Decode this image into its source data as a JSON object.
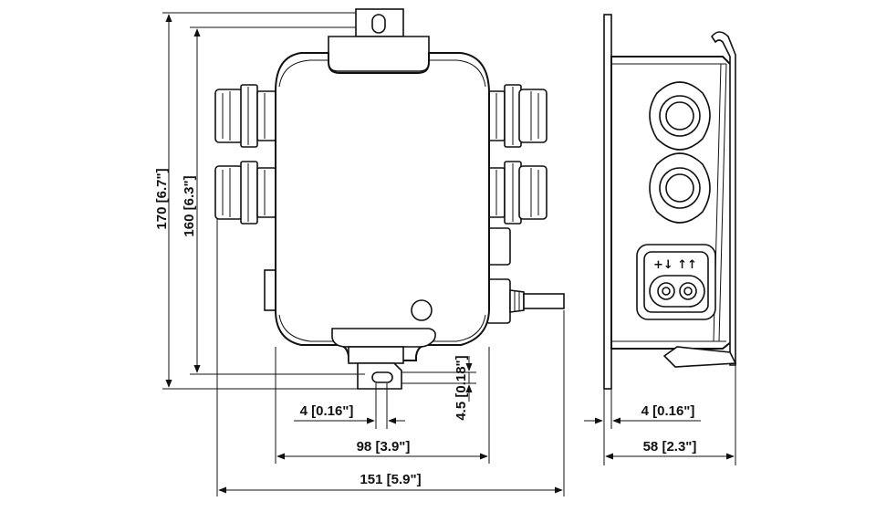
{
  "drawing": {
    "front_view": {
      "height_overall": "170 [6.7\"]",
      "height_body": "160 [6.3\"]",
      "slot_width": "4 [0.16\"]",
      "slot_height": "4.5 [0.18\"]",
      "width_body": "98 [3.9\"]",
      "width_overall": "151 [5.9\"]"
    },
    "side_view": {
      "flange_thickness": "4 [0.16\"]",
      "depth": "58 [2.3\"]",
      "connector_label": "+↓  ↑↑"
    }
  }
}
